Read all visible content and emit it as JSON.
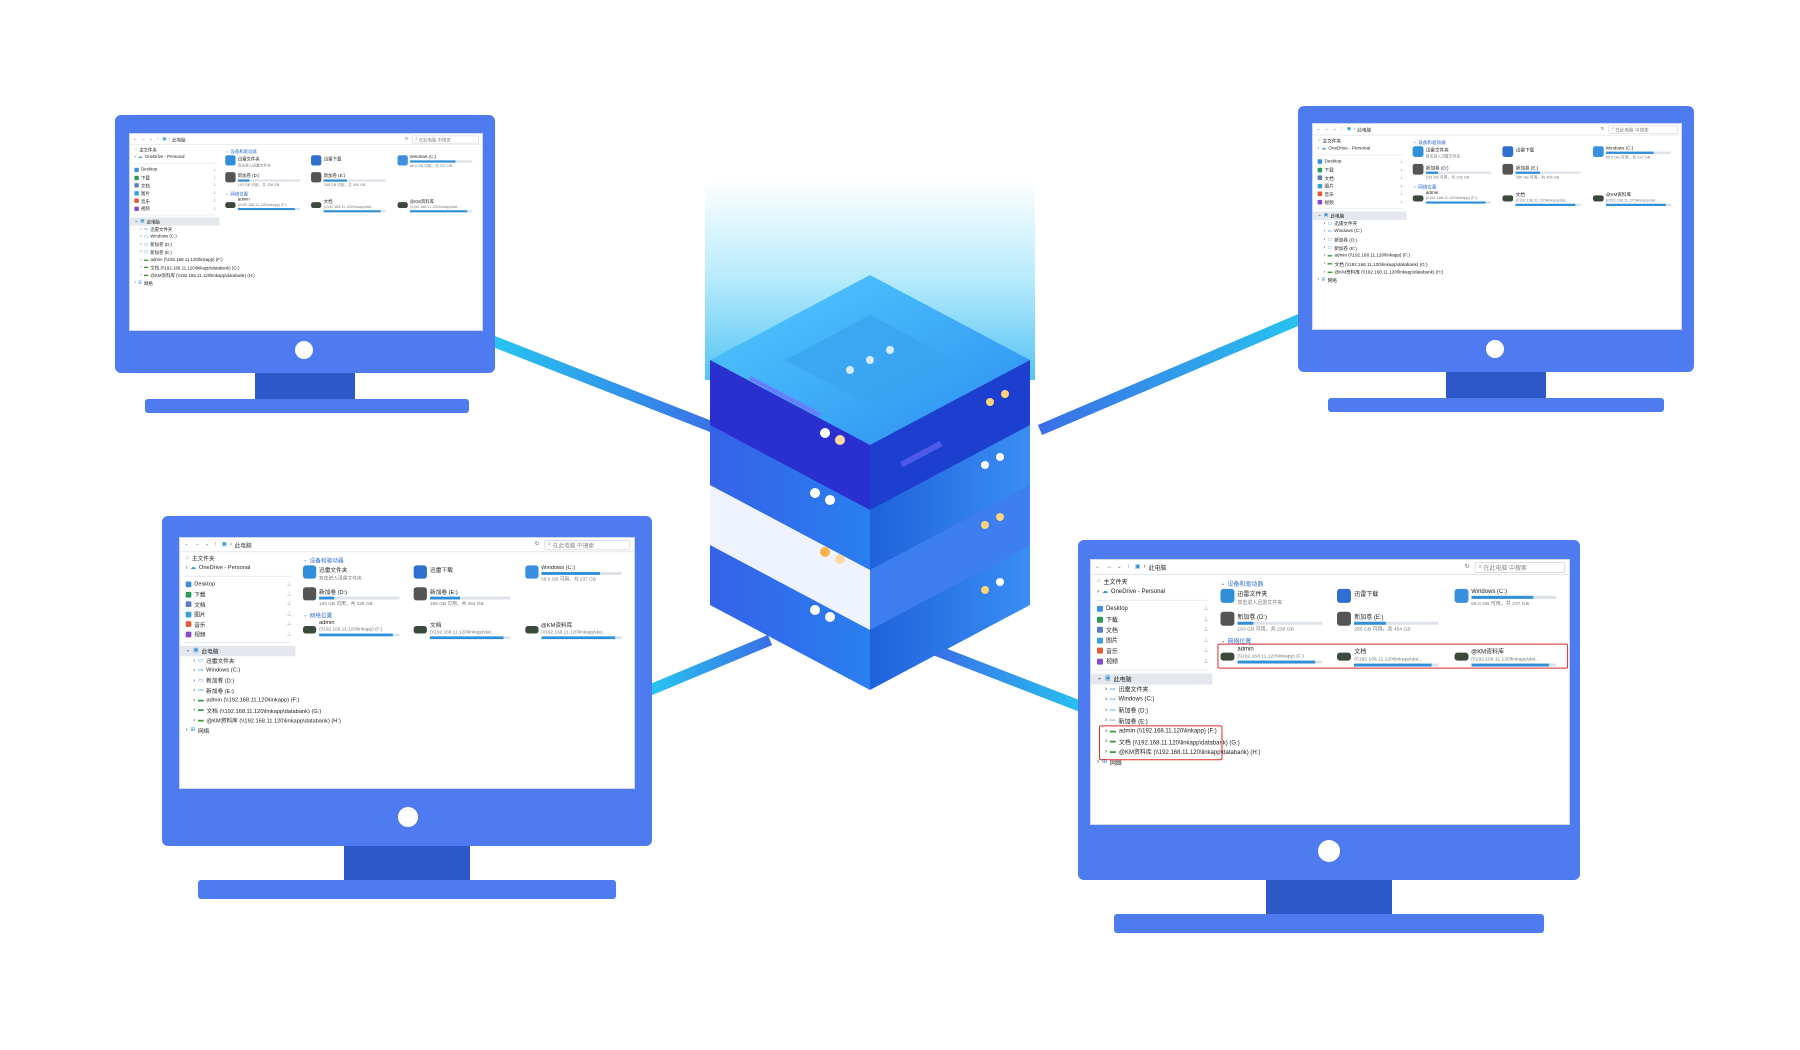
{
  "colors": {
    "monitor_body": "#4f7bf0",
    "monitor_neck": "#2d59c8",
    "connector": "#2f8be6",
    "server_top": "#2fa8f5",
    "server_highlight": "#e02a2a",
    "usage_bar": "#2f8fd8"
  },
  "explorer": {
    "address": "此电脑",
    "search_placeholder": "在此电脑 中搜索",
    "sidebar": {
      "home": "主文件夹",
      "onedrive": "OneDrive - Personal",
      "quick": [
        {
          "label": "Desktop",
          "icon": "desktop-folder-icon",
          "color": "#3a8fe0"
        },
        {
          "label": "下载",
          "icon": "download-folder-icon",
          "color": "#2a9a5a"
        },
        {
          "label": "文档",
          "icon": "documents-folder-icon",
          "color": "#5a7dbf"
        },
        {
          "label": "图片",
          "icon": "pictures-folder-icon",
          "color": "#3aa0d8"
        },
        {
          "label": "音乐",
          "icon": "music-folder-icon",
          "color": "#e05a3a"
        },
        {
          "label": "视频",
          "icon": "videos-folder-icon",
          "color": "#8a4ad0"
        }
      ],
      "this_pc": "此电脑",
      "pc_children": [
        "迅雷文件夹",
        "Windows (C:)",
        "新加卷 (D:)",
        "新加卷 (E:)"
      ],
      "network_drives": [
        "admin (\\\\192.168.11.120\\linkapp) (F:)",
        "文档 (\\\\192.168.11.120\\linkapp\\databank) (G:)",
        "@KM资料库 (\\\\192.168.11.120\\linkapp\\databank) (H:)"
      ],
      "network": "网络"
    },
    "sections": {
      "devices": "设备和驱动器",
      "network_locations": "网络位置"
    },
    "devices": [
      {
        "name": "迅雷文件夹",
        "detail": "双击进入迅雷文件夹",
        "icon": "cloud-folder-icon",
        "color": "#2f8fd8",
        "usage": null
      },
      {
        "name": "迅雷下载",
        "detail": "",
        "icon": "thunder-download-icon",
        "color": "#2f6fd0",
        "usage": null
      },
      {
        "name": "Windows (C:)",
        "detail": "65.0 GB 可用，共 237 GB",
        "icon": "windows-drive-icon",
        "color": "#3a8fe0",
        "usage": 0.73
      },
      {
        "name": "新加卷 (D:)",
        "detail": "193 GB 可用，共 238 GB",
        "icon": "disk-drive-icon",
        "color": "#555555",
        "usage": 0.19
      },
      {
        "name": "新加卷 (E:)",
        "detail": "285 GB 可用，共 454 GB",
        "icon": "disk-drive-icon",
        "color": "#555555",
        "usage": 0.37
      }
    ],
    "network_locations": [
      {
        "name": "admin",
        "path": "(\\\\192.168.11.120\\linkapp) (F:)",
        "icon": "network-drive-icon",
        "usage": 0.92
      },
      {
        "name": "文档",
        "path": "(\\\\192.168.11.120\\linkapp\\dat...",
        "icon": "network-drive-icon",
        "usage": 0.92
      },
      {
        "name": "@KM资料库",
        "path": "(\\\\192.168.11.120\\linkapp\\dat...",
        "icon": "network-drive-icon",
        "usage": 0.92
      }
    ]
  }
}
